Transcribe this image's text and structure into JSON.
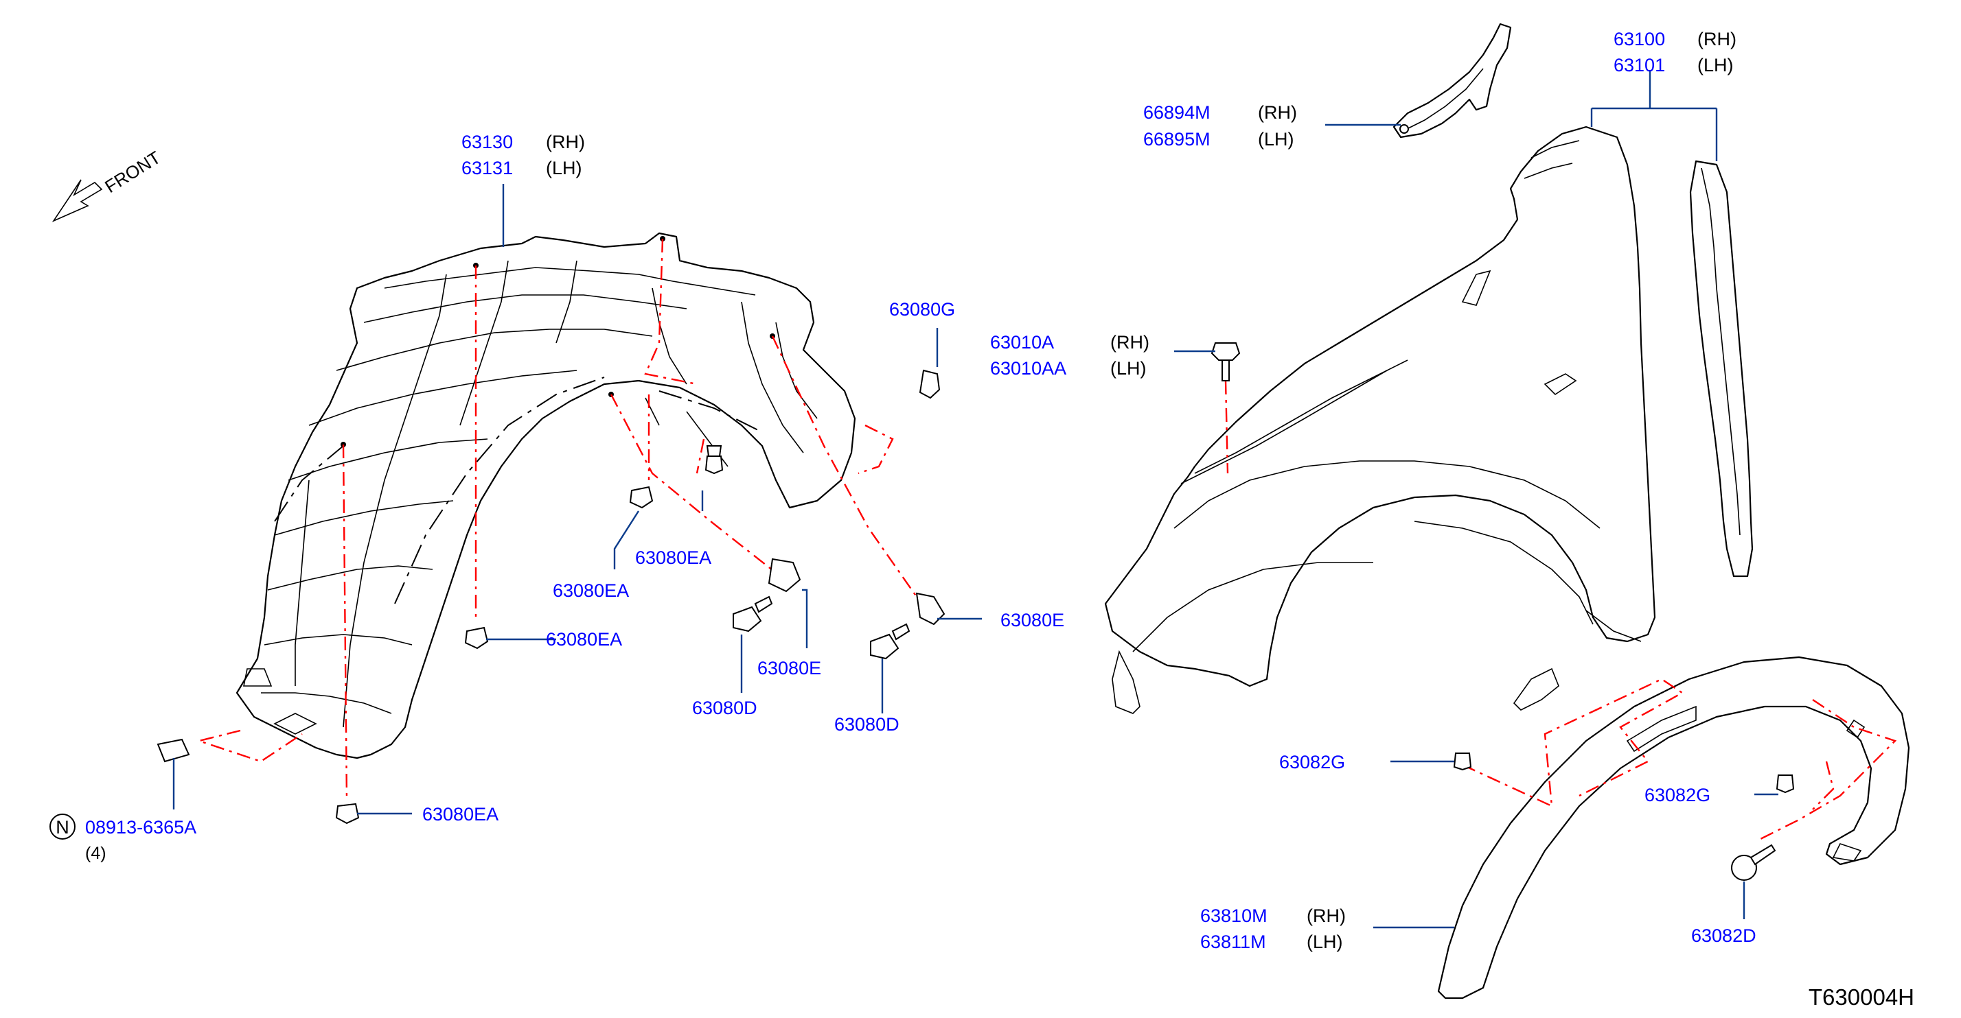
{
  "diagram_code": "T630004H",
  "front_label": "FRONT",
  "callouts": [
    {
      "id": "63130",
      "part": "63130",
      "side": "(RH)"
    },
    {
      "id": "63131",
      "part": "63131",
      "side": "(LH)"
    },
    {
      "id": "66894M",
      "part": "66894M",
      "side": "(RH)"
    },
    {
      "id": "66895M",
      "part": "66895M",
      "side": "(LH)"
    },
    {
      "id": "63100",
      "part": "63100",
      "side": "(RH)"
    },
    {
      "id": "63101",
      "part": "63101",
      "side": "(LH)"
    },
    {
      "id": "63080G",
      "part": "63080G",
      "side": ""
    },
    {
      "id": "63010A",
      "part": "63010A",
      "side": "(RH)"
    },
    {
      "id": "63010AA",
      "part": "63010AA",
      "side": "(LH)"
    },
    {
      "id": "63080EA_a",
      "part": "63080EA",
      "side": ""
    },
    {
      "id": "63080EA_b",
      "part": "63080EA",
      "side": ""
    },
    {
      "id": "63080EA_c",
      "part": "63080EA",
      "side": ""
    },
    {
      "id": "63080EA_d",
      "part": "63080EA",
      "side": ""
    },
    {
      "id": "63080E_a",
      "part": "63080E",
      "side": ""
    },
    {
      "id": "63080E_b",
      "part": "63080E",
      "side": ""
    },
    {
      "id": "63080D_a",
      "part": "63080D",
      "side": ""
    },
    {
      "id": "63080D_b",
      "part": "63080D",
      "side": ""
    },
    {
      "id": "08913",
      "part": "08913-6365A",
      "side": "",
      "qty": "(4)",
      "prefix": "N"
    },
    {
      "id": "63082G_a",
      "part": "63082G",
      "side": ""
    },
    {
      "id": "63082G_b",
      "part": "63082G",
      "side": ""
    },
    {
      "id": "63082D",
      "part": "63082D",
      "side": ""
    },
    {
      "id": "63810M",
      "part": "63810M",
      "side": "(RH)"
    },
    {
      "id": "63811M",
      "part": "63811M",
      "side": "(LH)"
    }
  ]
}
